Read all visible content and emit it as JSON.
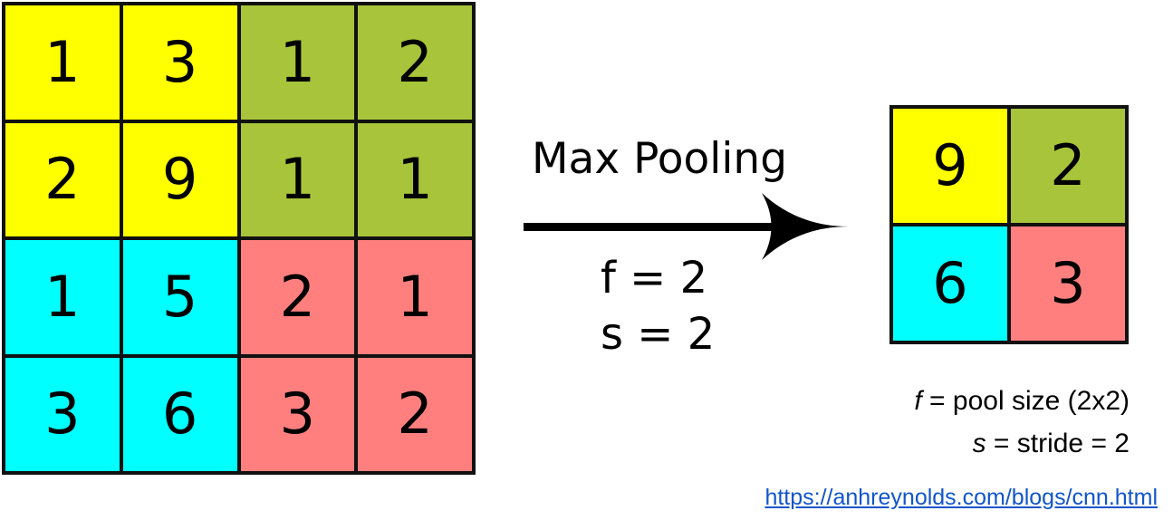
{
  "colors": {
    "yellow": "#ffff00",
    "olive": "#a8c43a",
    "cyan": "#00ffff",
    "salmon": "#ff7f7f",
    "border": "#111111",
    "link": "#1155cc"
  },
  "input_grid": {
    "rows": [
      [
        {
          "value": "1",
          "color": "yellow"
        },
        {
          "value": "3",
          "color": "yellow"
        },
        {
          "value": "1",
          "color": "olive"
        },
        {
          "value": "2",
          "color": "olive"
        }
      ],
      [
        {
          "value": "2",
          "color": "yellow"
        },
        {
          "value": "9",
          "color": "yellow"
        },
        {
          "value": "1",
          "color": "olive"
        },
        {
          "value": "1",
          "color": "olive"
        }
      ],
      [
        {
          "value": "1",
          "color": "cyan"
        },
        {
          "value": "5",
          "color": "cyan"
        },
        {
          "value": "2",
          "color": "salmon"
        },
        {
          "value": "1",
          "color": "salmon"
        }
      ],
      [
        {
          "value": "3",
          "color": "cyan"
        },
        {
          "value": "6",
          "color": "cyan"
        },
        {
          "value": "3",
          "color": "salmon"
        },
        {
          "value": "2",
          "color": "salmon"
        }
      ]
    ]
  },
  "operation": {
    "title": "Max Pooling",
    "param_f": "f = 2",
    "param_s": "s = 2"
  },
  "output_grid": {
    "rows": [
      [
        {
          "value": "9",
          "color": "yellow"
        },
        {
          "value": "2",
          "color": "olive"
        }
      ],
      [
        {
          "value": "6",
          "color": "cyan"
        },
        {
          "value": "3",
          "color": "salmon"
        }
      ]
    ]
  },
  "legend": {
    "f_symbol": "f",
    "f_text": " = pool size (2x2)",
    "s_symbol": "s",
    "s_text": " = stride = 2"
  },
  "source_link": "https://anhreynolds.com/blogs/cnn.html"
}
